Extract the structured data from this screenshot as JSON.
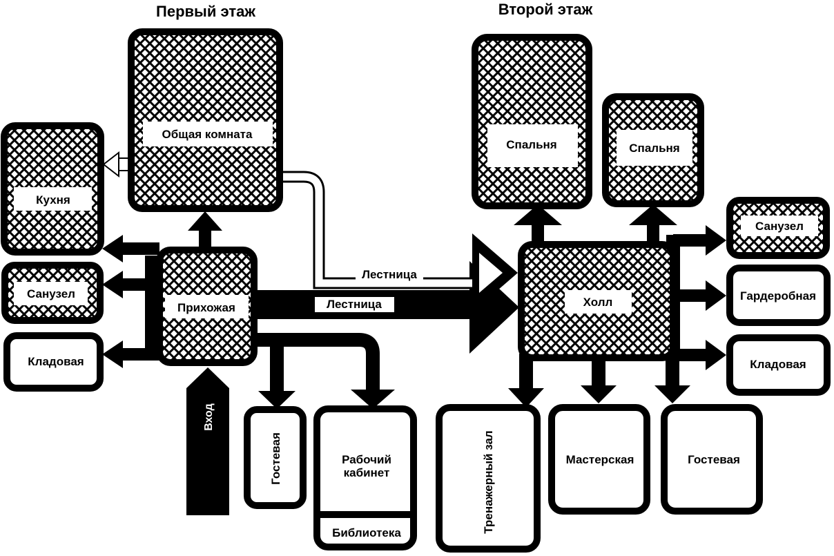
{
  "floors": {
    "first": {
      "title": "Первый этаж"
    },
    "second": {
      "title": "Второй этаж"
    }
  },
  "rooms_first": {
    "living": "Общая комната",
    "kitchen": "Кухня",
    "bathroom": "Санузел",
    "pantry": "Кладовая",
    "hallway": "Прихожая",
    "entrance": "Вход",
    "guest": "Гостевая",
    "study_line1": "Рабочий",
    "study_line2": "кабинет",
    "library": "Библиотека"
  },
  "stairs": {
    "upper_label": "Лестница",
    "lower_label": "Лестница"
  },
  "rooms_second": {
    "bedroom_left": "Спальня",
    "bedroom_right": "Спальня",
    "bathroom": "Санузел",
    "hall": "Холл",
    "wardrobe": "Гардеробная",
    "pantry": "Кладовая",
    "gym": "Тренажерный зал",
    "workshop": "Мастерская",
    "guest": "Гостевая"
  },
  "colors": {
    "stroke": "#000000",
    "fill": "#ffffff"
  }
}
